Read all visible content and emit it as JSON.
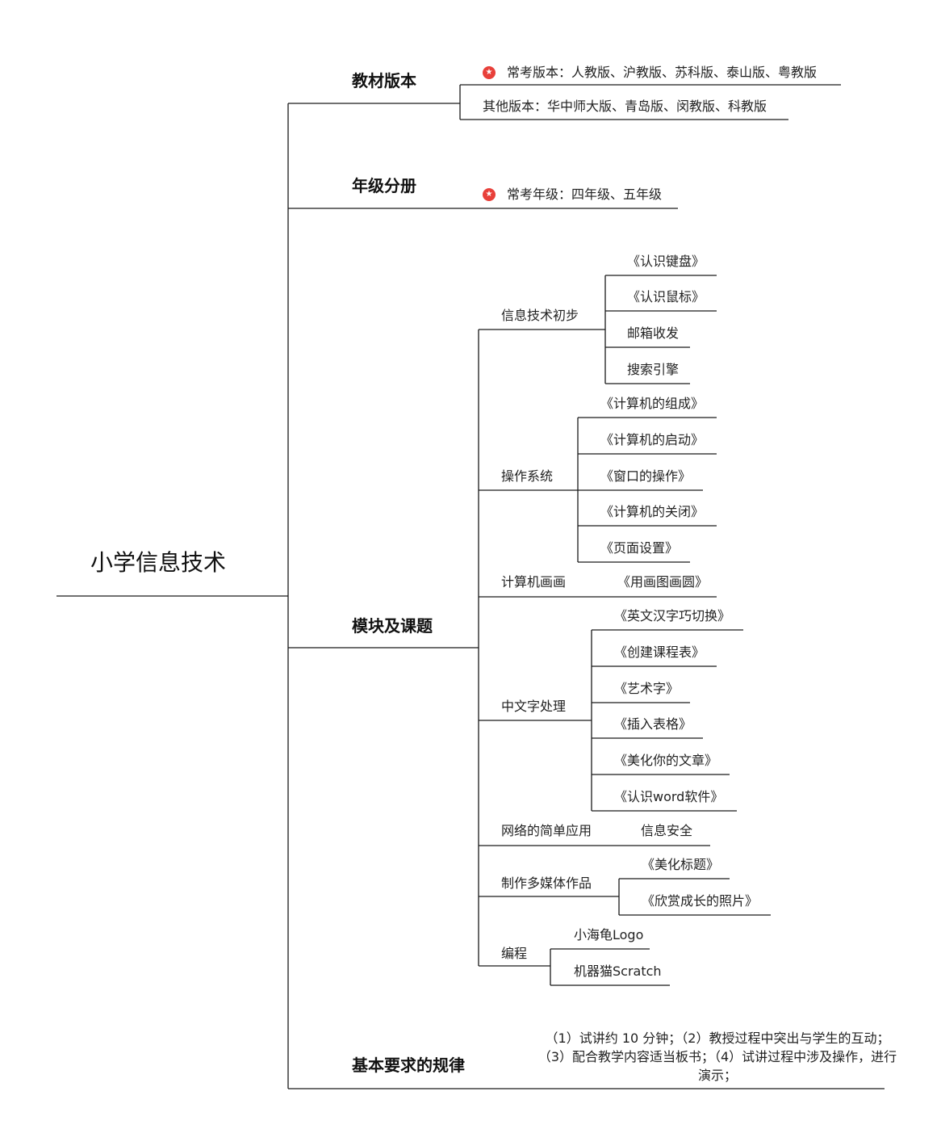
{
  "root": "小学信息技术",
  "line_color": "#1a1a1a",
  "star_color": "#e8403a",
  "star_icon": "star-badge-icon",
  "branches": {
    "textbook": {
      "label": "教材版本",
      "common": "常考版本：人教版、沪教版、苏科版、泰山版、粤教版",
      "other": "其他版本：华中师大版、青岛版、闵教版、科教版"
    },
    "grade": {
      "label": "年级分册",
      "common": "常考年级：四年级、五年级"
    },
    "modules": {
      "label": "模块及课题",
      "groups": [
        {
          "label": "信息技术初步",
          "items": [
            "《认识键盘》",
            "《认识鼠标》",
            "邮箱收发",
            "搜索引擎"
          ]
        },
        {
          "label": "操作系统",
          "items": [
            "《计算机的组成》",
            "《计算机的启动》",
            "《窗口的操作》",
            "《计算机的关闭》",
            "《页面设置》"
          ]
        },
        {
          "label": "计算机画画",
          "items": [
            "《用画图画圆》"
          ]
        },
        {
          "label": "中文字处理",
          "items": [
            "《英文汉字巧切换》",
            "《创建课程表》",
            "《艺术字》",
            "《插入表格》",
            "《美化你的文章》",
            "《认识word软件》"
          ]
        },
        {
          "label": "网络的简单应用",
          "items": [
            "信息安全"
          ]
        },
        {
          "label": "制作多媒体作品",
          "items": [
            "《美化标题》",
            "《欣赏成长的照片》"
          ]
        },
        {
          "label": "编程",
          "items": [
            "小海龟Logo",
            "机器猫Scratch"
          ]
        }
      ]
    },
    "requirements": {
      "label": "基本要求的规律",
      "note": "（1）试讲约 10 分钟；（2）教授过程中突出与学生的互动；（3）配合教学内容适当板书；（4）试讲过程中涉及操作，进行演示；"
    }
  }
}
